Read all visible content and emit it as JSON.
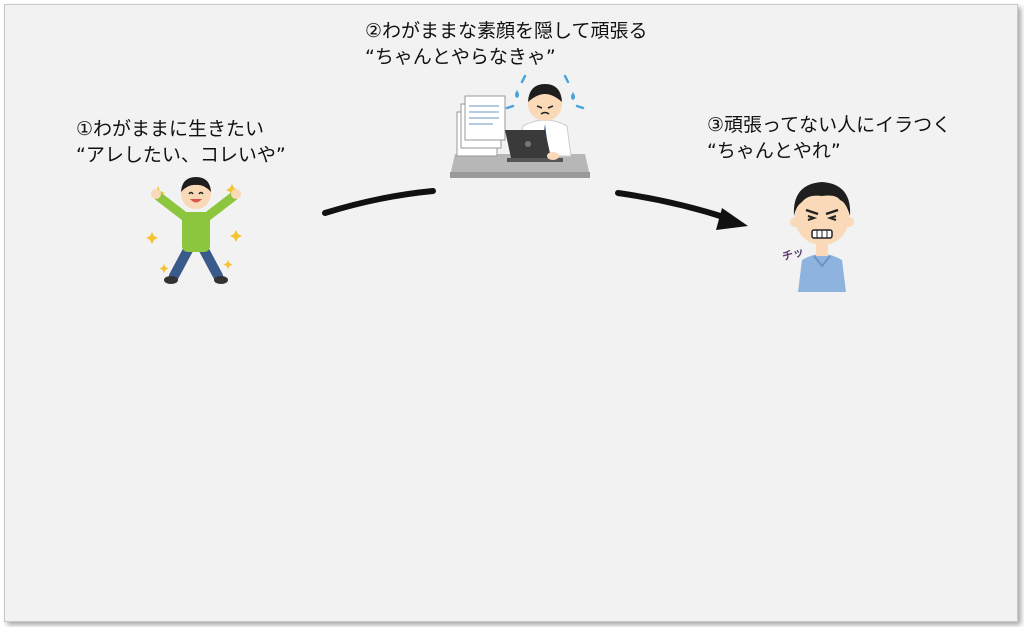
{
  "steps": [
    {
      "line1": "①わがままに生きたい",
      "line2": "“アレしたい、コレいや”"
    },
    {
      "line1": "②わがままな素顔を隠して頑張る",
      "line2": "“ちゃんとやらなきゃ”"
    },
    {
      "line1": "③頑張ってない人にイラつく",
      "line2": "“ちゃんとやれ”"
    }
  ],
  "sound_effect": "チッ",
  "colors": {
    "background": "#f2f2f2",
    "arrow": "#111111",
    "shirt_green": "#8cc63f",
    "shirt_blue": "#8fb3df",
    "hair": "#1e1e1e",
    "skin": "#f9d9b8"
  }
}
